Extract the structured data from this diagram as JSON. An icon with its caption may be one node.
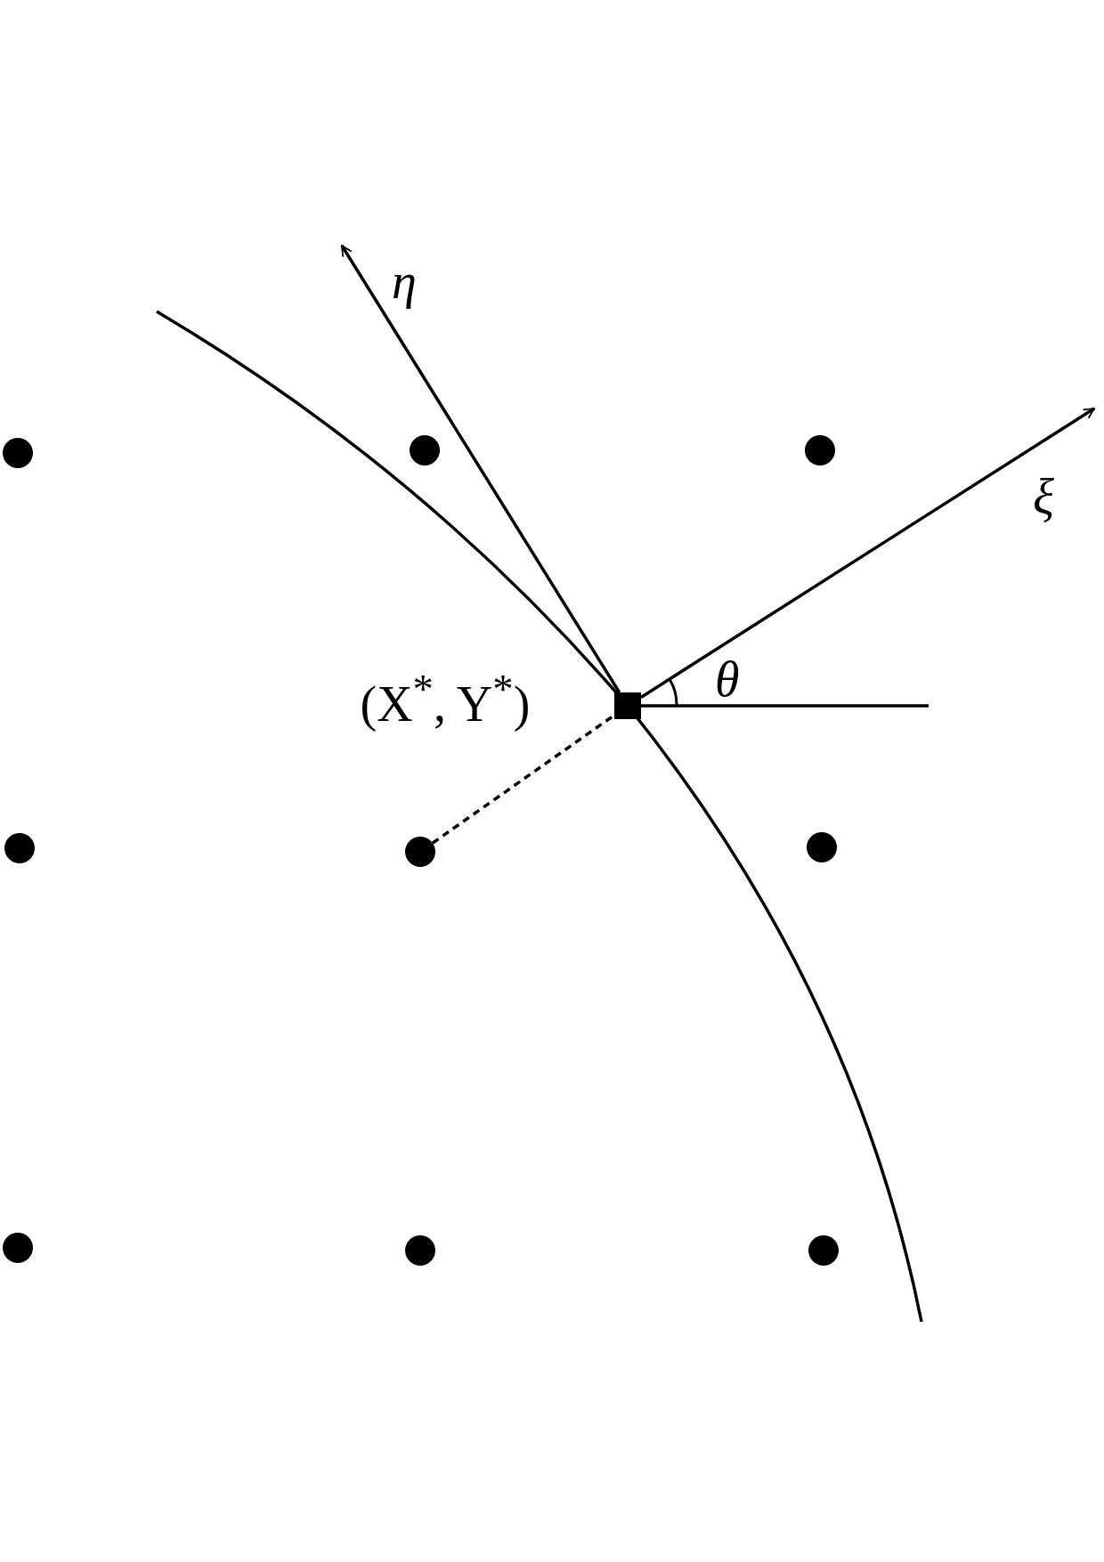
{
  "diagram": {
    "nodes": [
      {
        "text": [],
        "shape": "circle"
      },
      {
        "text": [],
        "shape": "circle"
      },
      {
        "text": [],
        "shape": "circle"
      },
      {
        "text": [],
        "shape": "circle"
      },
      {
        "text": [],
        "shape": "circle"
      },
      {
        "text": [],
        "shape": "circle"
      },
      {
        "text": [],
        "shape": "circle"
      },
      {
        "text": [],
        "shape": "circle"
      },
      {
        "text": [],
        "shape": "circle"
      },
      {
        "text": [],
        "shape": "box",
        "beside": [
          "(X$^{*}$, Y$^{*}$)"
        ]
      }
    ],
    "edges": [
      {
        "from": 4,
        "to": 9,
        "arrow": "none",
        "style": "dashed"
      },
      {
        "from": 9,
        "to": null,
        "arrow": "to",
        "label": "η"
      },
      {
        "from": 9,
        "to": null,
        "arrow": "to",
        "label": "ξ"
      },
      {
        "from": 9,
        "to": null,
        "arrow": "none"
      }
    ],
    "labels": [
      "θ"
    ]
  }
}
